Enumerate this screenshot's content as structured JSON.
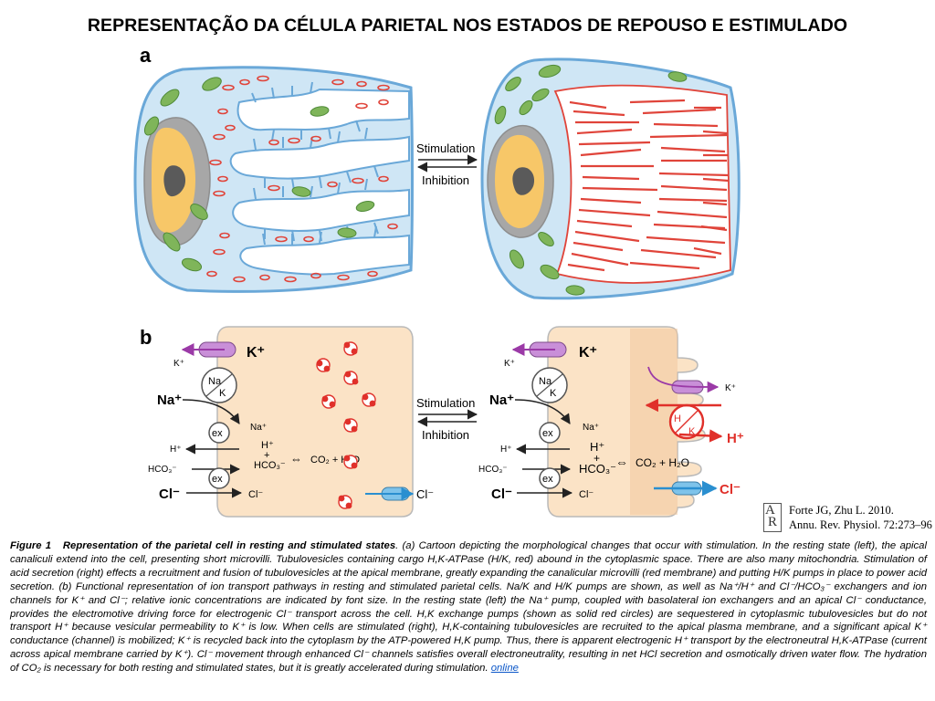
{
  "title": "REPRESENTAÇÃO DA CÉLULA PARIETAL NOS ESTADOS DE REPOUSO E ESTIMULADO",
  "panels": {
    "a": "a",
    "b": "b"
  },
  "arrows": {
    "stimulation": "Stimulation",
    "inhibition": "Inhibition"
  },
  "ions": {
    "k_big": "K⁺",
    "k_small": "K⁺",
    "na_big": "Na⁺",
    "na_small": "Na⁺",
    "na_pump_top": "Na",
    "k_pump_bottom": "K",
    "h_pump_top": "H",
    "k_hpump_bottom": "K",
    "ex": "ex",
    "h_small": "H⁺",
    "h_mid": "H⁺",
    "h_big": "H⁺",
    "plus": "+",
    "hco3": "HCO₃⁻",
    "cl_big": "Cl⁻",
    "cl_small": "Cl⁻",
    "exchange": "⇔",
    "co2_h2o": "CO₂ + H₂O"
  },
  "citation": {
    "line1": "Forte JG, Zhu L. 2010.",
    "line2": "Annu. Rev. Physiol. 72:273–96",
    "logo": "AR"
  },
  "caption": {
    "figure_label": "Figure 1",
    "heading": "Representation of the parietal cell in resting and stimulated states",
    "text": ". (a) Cartoon depicting the morphological changes that occur with stimulation. In the resting state (left), the apical canaliculi extend into the cell, presenting short microvilli. Tubulovesicles containing cargo H,K-ATPase (H/K, red) abound in the cytoplasmic space. There are also many mitochondria. Stimulation of acid secretion (right) effects a recruitment and fusion of tubulovesicles at the apical membrane, greatly expanding the canalicular microvilli (red membrane) and putting H/K pumps in place to power acid secretion. (b) Functional representation of ion transport pathways in resting and stimulated parietal cells. Na/K and H/K pumps are shown, as well as Na⁺/H⁺ and Cl⁻/HCO₃⁻ exchangers and ion channels for K⁺ and Cl⁻; relative ionic concentrations are indicated by font size. In the resting state (left) the Na⁺ pump, coupled with basolateral ion exchangers and an apical Cl⁻ conductance, provides the electromotive driving force for electrogenic Cl⁻ transport across the cell. H,K exchange pumps (shown as solid red circles) are sequestered in cytoplasmic tubulovesicles but do not transport H⁺ because vesicular permeability to K⁺ is low. When cells are stimulated (right), H,K-containing tubulovesicles are recruited to the apical plasma membrane, and a significant apical K⁺ conductance (channel) is mobilized; K⁺ is recycled back into the cytoplasm by the ATP-powered H,K pump. Thus, there is apparent electrogenic H⁺ transport by the electroneutral H,K-ATPase (current across apical membrane carried by K⁺). Cl⁻ movement through enhanced Cl⁻ channels satisfies overall electroneutrality, resulting in net HCl secretion and osmotically driven water flow. The hydration of CO₂ is necessary for both resting and stimulated states, but it is greatly accelerated during stimulation. ",
    "link": "online"
  },
  "colors": {
    "cytoplasm_a": "#cfe6f5",
    "membrane_a": "#6aa8d8",
    "nucleus": "#f7c768",
    "nucleus_shell": "#a7a7a7",
    "nucleolus": "#5a5a5a",
    "mitochondria": "#7fb55a",
    "tubulovesicle": "#e0443a",
    "cytoplasm_b": "#fbe3c6",
    "cytoplasm_b_dark": "#f3c99e",
    "k_channel": "#c98fd8",
    "cl_channel": "#7ec3ea",
    "arrow_k": "#9b3aa7",
    "arrow_cl": "#2a8fd0",
    "red": "#e0302a"
  }
}
